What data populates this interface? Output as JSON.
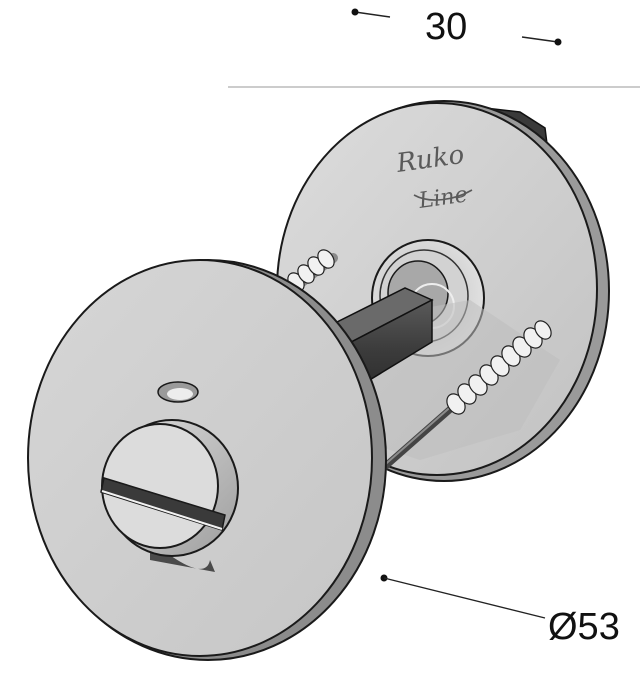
{
  "dimensions": {
    "depth_label": "30",
    "diameter_label": "Ø53"
  },
  "brand": {
    "line1": "Ruko",
    "line2": "Line"
  },
  "colors": {
    "plate_face": "#cfcfcf",
    "plate_edge": "#8a8a8a",
    "outline": "#1a1a1a",
    "background": "#ffffff"
  }
}
